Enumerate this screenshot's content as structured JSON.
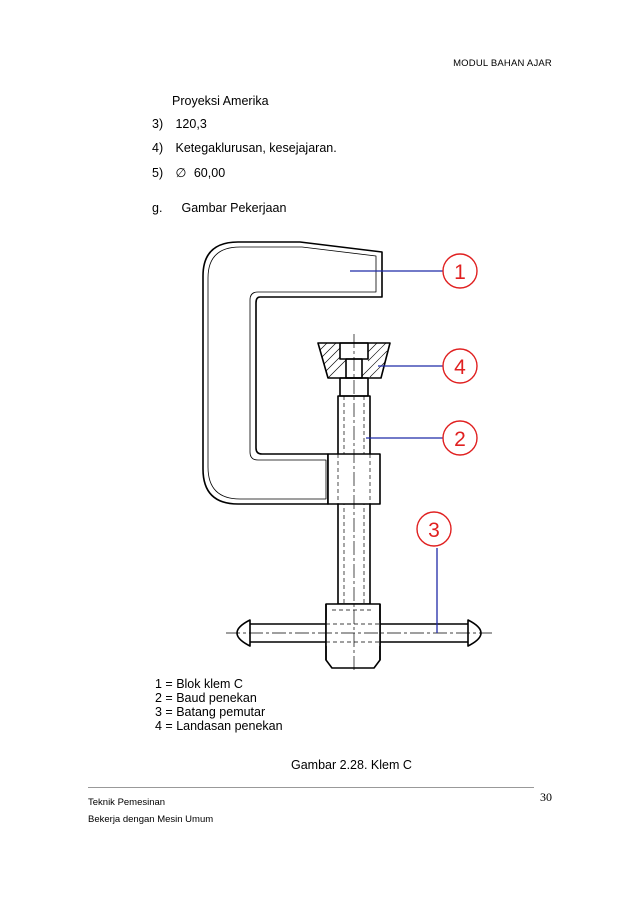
{
  "header": {
    "module_title": "MODUL BAHAN AJAR"
  },
  "answers": {
    "line0": "Proyeksi Amerika",
    "items": [
      {
        "num": "3)",
        "text": "120,3"
      },
      {
        "num": "4)",
        "text": "Ketegaklurusan, kesejajaran."
      },
      {
        "num": "5)",
        "glyph": "∅",
        "text": "60,00"
      }
    ]
  },
  "section": {
    "letter": "g.",
    "title": "Gambar Pekerjaan"
  },
  "figure": {
    "callouts": [
      "1",
      "4",
      "2",
      "3"
    ],
    "colors": {
      "line": "#000000",
      "leader": "#1f2aa8",
      "balloon": "#e02020"
    },
    "legend": [
      "1 = Blok klem C",
      "2 = Baud penekan",
      "3 = Batang pemutar",
      "4 = Landasan penekan"
    ],
    "caption": "Gambar 2.28. Klem C"
  },
  "footer": {
    "page_number": "30",
    "line1": "Teknik Pemesinan",
    "line2": "Bekerja dengan Mesin Umum"
  }
}
